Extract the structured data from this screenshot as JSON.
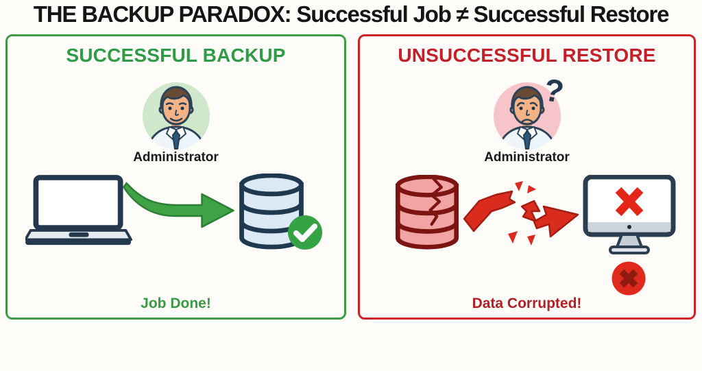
{
  "title": "THE BACKUP PARADOX: Successful Job ≠ Successful Restore",
  "colors": {
    "background": "#fdfcf9",
    "title_text": "#151515",
    "success_green": "#2f9b46",
    "success_border": "#3f9b47",
    "error_red": "#c5202a",
    "error_border": "#cb2127",
    "navy_outline": "#24394e",
    "avatar_bg_green": "#cfe7ca",
    "avatar_bg_pink": "#f7c5c9",
    "database_blue_fill": "#dce9f4",
    "database_red_fill": "#f2a3a3",
    "database_red_stroke": "#7c1511",
    "arrow_green": "#3fa345",
    "arrow_red": "#da2c1e",
    "check_badge_green": "#35a243",
    "error_badge_red": "#e02a1d",
    "screen_x_red": "#e42619"
  },
  "left_panel": {
    "heading": "SUCCESSFUL BACKUP",
    "avatar": {
      "label": "Administrator",
      "mood": "smiling"
    },
    "caption": "Job Done!",
    "icons": [
      "administrator-avatar",
      "laptop-icon",
      "backup-arrow-icon",
      "database-icon",
      "check-badge-icon"
    ]
  },
  "right_panel": {
    "heading": "UNSUCCESSFUL RESTORE",
    "avatar": {
      "label": "Administrator",
      "mood": "worried",
      "question_mark": "?"
    },
    "caption": "Data Corrupted!",
    "icons": [
      "administrator-avatar",
      "cracked-database-icon",
      "broken-arrow-icon",
      "monitor-error-icon",
      "error-badge-icon"
    ]
  }
}
